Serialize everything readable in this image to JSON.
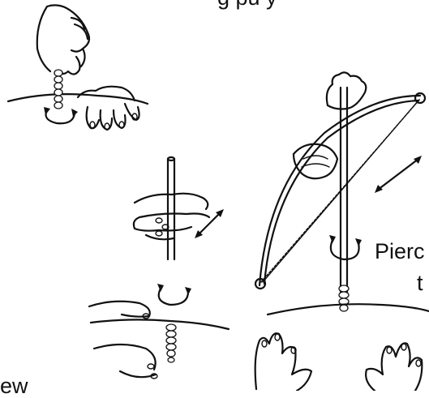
{
  "labels": {
    "top_caption": "g pu   y",
    "pierce_caption": "Pierc",
    "pierce_caption_line2": "t",
    "bottom_caption": "ew"
  },
  "colors": {
    "ink": "#111111",
    "paper": "#ffffff"
  }
}
